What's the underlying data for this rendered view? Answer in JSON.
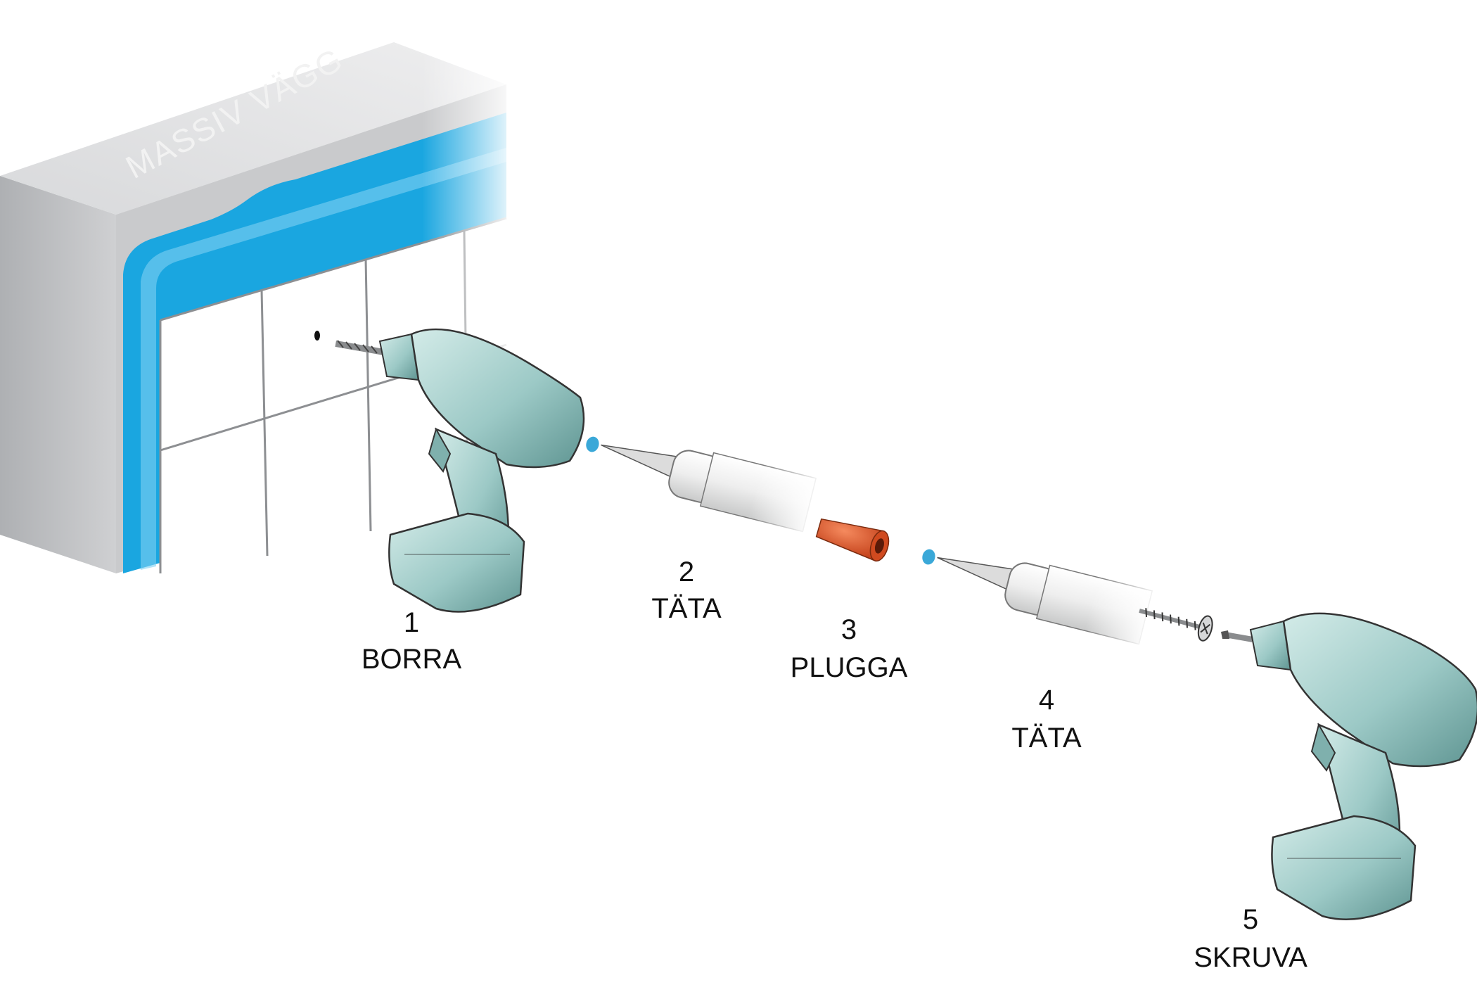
{
  "wall": {
    "label": "MASSIV VÄGG",
    "colors": {
      "concrete": "#c9cacc",
      "membrane": "#1aa6e0",
      "tile": "#ffffff",
      "grout": "#8d8f92"
    }
  },
  "steps": [
    {
      "number": "1",
      "label": "BORRA"
    },
    {
      "number": "2",
      "label": "TÄTA"
    },
    {
      "number": "3",
      "label": "PLUGGA"
    },
    {
      "number": "4",
      "label": "TÄTA"
    },
    {
      "number": "5",
      "label": "SKRUVA"
    }
  ],
  "colors": {
    "drill_body": "#9cc9c6",
    "drill_shadow": "#5f9592",
    "sealant_tube": "#e9eaea",
    "sealant_drop": "#3aa8d8",
    "plug": "#e0552b"
  },
  "icons": [
    "drill-icon",
    "sealant-tube-icon",
    "wall-plug-icon",
    "screw-icon"
  ]
}
